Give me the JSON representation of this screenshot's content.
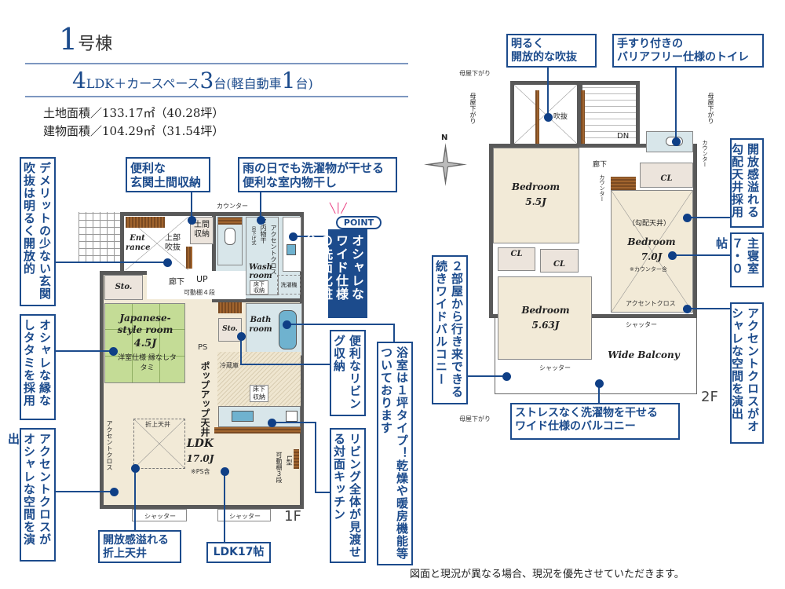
{
  "header": {
    "building_num": "1",
    "building_suffix": "号棟",
    "plan_4": "4",
    "plan_ldk": "LDK＋カースペース",
    "plan_3": "3",
    "plan_dai": "台",
    "plan_paren": "(軽自動車",
    "plan_1": "1",
    "plan_dai2": "台)",
    "land_area": "土地面積／133.17㎡（40.28坪）",
    "building_area": "建物面積／104.29㎡（31.54坪）"
  },
  "floor1": {
    "label": "1F",
    "entrance": "Ent rance",
    "jobu": "上部 吹抜",
    "doma": "土間 収納",
    "counter": "カウンター",
    "heyaboshi": "室内物干",
    "tsuri": "吊下げ式",
    "wash": "Wash room",
    "yukashita": "床下 収納",
    "accent1": "アクセントクロス",
    "sentakuki": "洗濯機",
    "sto1": "Sto.",
    "roka": "廊下",
    "up": "UP",
    "kadou4": "可動棚４段",
    "japanese": "Japanese-style room",
    "japanese_size": "4.5J",
    "yoshitsu": "洋室仕様 縁なしタタミ",
    "sto2": "Sto.",
    "bath": "Bath room",
    "ps": "PS",
    "reizoko": "冷蔵庫",
    "popup": "ポップアップ天井",
    "yukashita2": "床下 収納",
    "oriage": "折上天井",
    "ldk": "LDK",
    "ldk_size": "17.0J",
    "ps_note": "※PS含",
    "kadou3": "可動棚３段",
    "lgata": "L型",
    "accent2": "アクセントクロス",
    "shutter1": "シャッター",
    "shutter2": "シャッター"
  },
  "floor2": {
    "label": "2F",
    "fukinuke": "吹抜",
    "dn": "DN",
    "roka": "廊下",
    "counter1": "カウンター",
    "counter2": "カウンター",
    "bed1": "Bedroom",
    "bed1_size": "5.5J",
    "cl1": "CL",
    "cl2": "CL",
    "cl3": "CL",
    "bed2": "Bedroom",
    "bed2_size": "5.63J",
    "koubai": "（勾配天井）",
    "bed3": "Bedroom",
    "bed3_size": "7.0J",
    "bed3_note": "※カウンター含",
    "accent": "アクセントクロス",
    "shutter1": "シャッター",
    "shutter2": "シャッター",
    "balcony": "Wide Balcony",
    "moya1": "母屋下がり",
    "moya2": "母屋下がり",
    "moya3": "母屋下がり",
    "moya4": "母屋下がり",
    "compass": "N"
  },
  "callouts": {
    "point": "POINT",
    "c1": "デメリットの少ない玄関吹抜は明るく開放的",
    "c2": "便利な\n玄関土間収納",
    "c3": "雨の日でも洗濯物が干せる\n便利な室内物干し",
    "c4": "オシャレなワイド仕様の洗面化粧台",
    "c5": "オシャレな縁なしタタミを採用",
    "c6": "便利なリビング収納",
    "c7": "浴室は１坪タイプ！乾燥や暖房機能等ついております",
    "c8": "アクセントクロスがオシャレな空間を演出",
    "c9": "リビング全体が見渡せる対面キッチン",
    "c10": "開放感溢れる\n折上天井",
    "c11": "LDK17帖",
    "c12": "明るく\n開放的な吹抜",
    "c13": "手すり付きの\nバリアフリー仕様のトイレ",
    "c14": "開放感溢れる勾配天井採用",
    "c15": "主寝室７・０帖",
    "c16": "アクセントクロスがオシャレな空間を演出",
    "c17": "２部屋から行き来できる続きワイドバルコニー",
    "c18": "ストレスなく洗濯物を干せる\nワイド仕様のバルコニー"
  },
  "footer": {
    "note": "図面と現況が異なる場合、現況を優先させていただきます。"
  },
  "colors": {
    "accent": "#1c4b8c",
    "tatami": "#c4dc96",
    "floor": "#f2ead7",
    "wet": "#d8e6ea"
  }
}
